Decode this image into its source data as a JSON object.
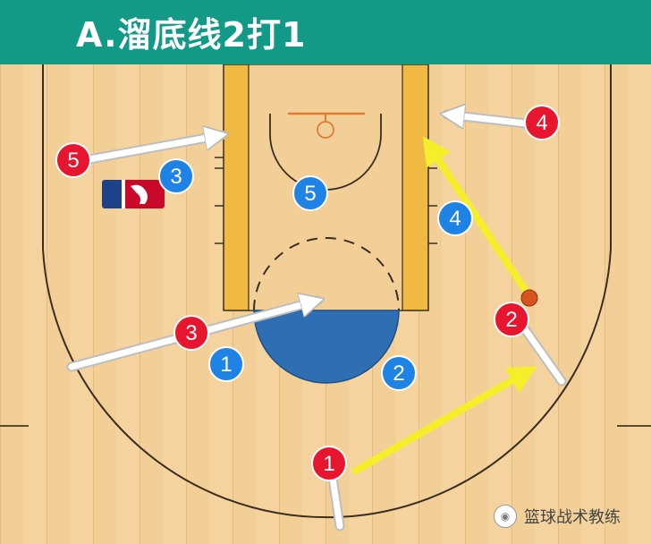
{
  "title": "A.溜底线2打1",
  "watermark": {
    "icon": "wechat-icon",
    "text": "篮球战术教练"
  },
  "colors": {
    "header": "#129a87",
    "offense": "#e8152e",
    "defense": "#1f83e6",
    "lane": "#f0b941",
    "restricted_area": "#2e6fb3",
    "pass": "#f5ef2a",
    "move": "#ffffff",
    "ball": "#d5541e"
  },
  "offense_players": [
    {
      "label": "1"
    },
    {
      "label": "2"
    },
    {
      "label": "3"
    },
    {
      "label": "4"
    },
    {
      "label": "5"
    }
  ],
  "defense_players": [
    {
      "label": "1"
    },
    {
      "label": "2"
    },
    {
      "label": "3"
    },
    {
      "label": "4"
    },
    {
      "label": "5"
    }
  ]
}
